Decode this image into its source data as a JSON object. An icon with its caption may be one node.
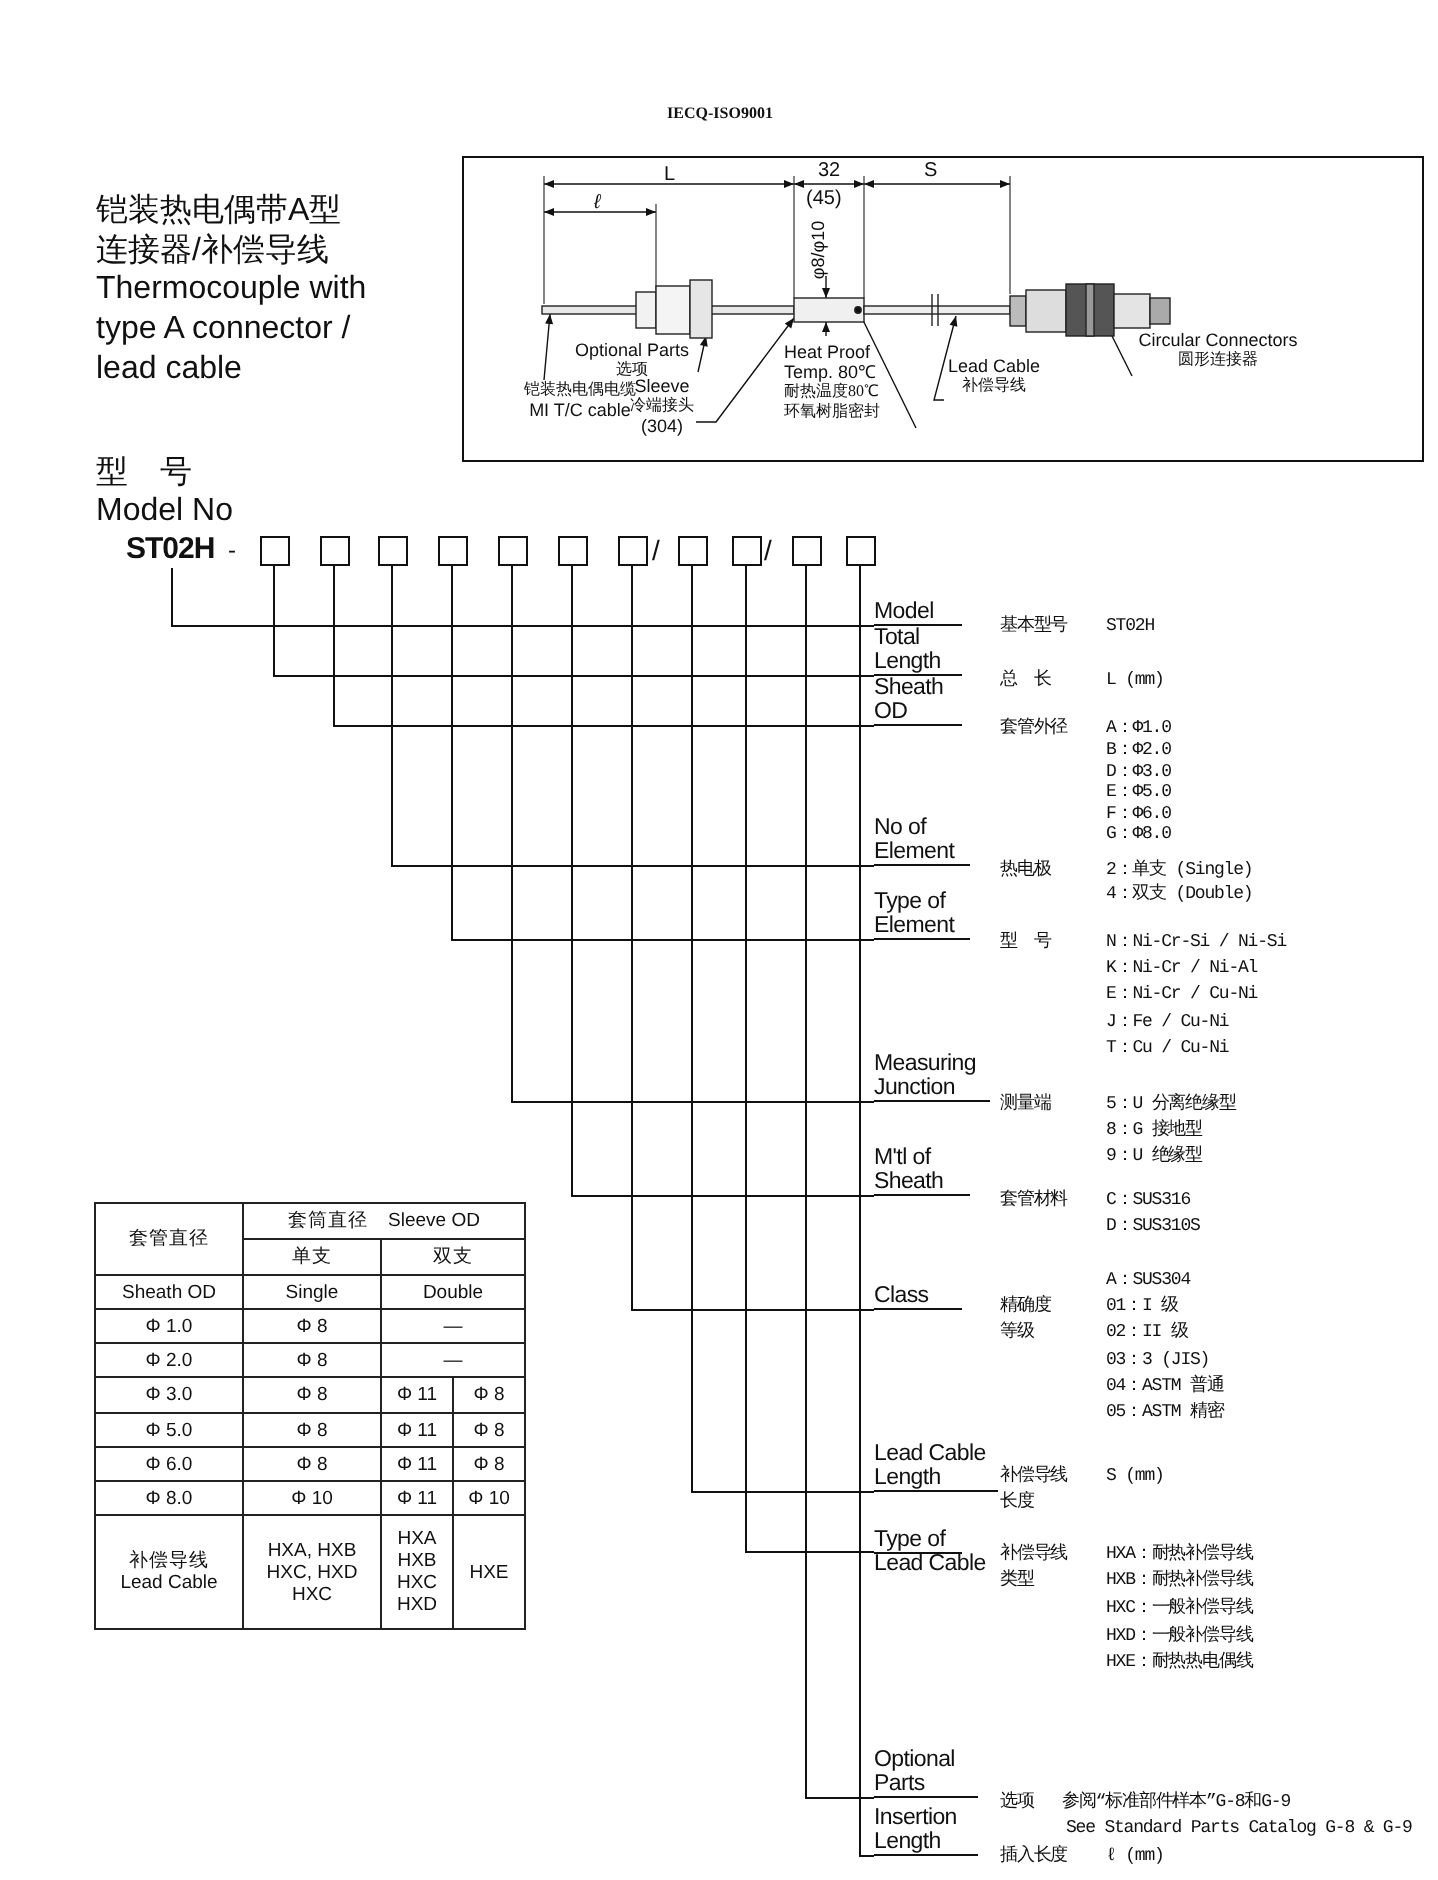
{
  "diagram": {
    "title": "铠装热电偶带A型连接器/补偿导线",
    "nodes": [
      {
        "text": [],
        "shape": "box"
      },
      {
        "text": [
          "Optional Parts",
          "选项"
        ],
        "in": 0
      },
      {
        "text": [
          "铠装热电偶电缆",
          "MI T/C cable"
        ],
        "in": 0
      },
      {
        "text": [
          "Sleeve",
          "冷端接头",
          "(304)"
        ],
        "in": 0
      },
      {
        "text": [
          "Heat Proof Temp. 80℃",
          "耐热温度80℃",
          "环氧树脂密封"
        ],
        "in": 0
      },
      {
        "text": [
          "Lead Cable",
          "补偿导线"
        ],
        "in": 0
      },
      {
        "text": [
          "Circular Connectors",
          "圆形连接器"
        ],
        "in": 0
      },
      {
        "text": [
          "ST02H"
        ]
      },
      {
        "text": [],
        "shape": "box"
      },
      {
        "text": [],
        "shape": "box"
      },
      {
        "text": [],
        "shape": "box"
      },
      {
        "text": [],
        "shape": "box"
      },
      {
        "text": [],
        "shape": "box"
      },
      {
        "text": [],
        "shape": "box"
      },
      {
        "text": [],
        "shape": "box"
      },
      {
        "text": [],
        "shape": "box"
      },
      {
        "text": [],
        "shape": "box"
      },
      {
        "text": [],
        "shape": "box"
      },
      {
        "text": [],
        "shape": "box"
      },
      {
        "text": [
          "Model"
        ]
      },
      {
        "text": [
          "Total Length"
        ]
      },
      {
        "text": [
          "Sheath OD"
        ]
      },
      {
        "text": [
          "No of Element"
        ]
      },
      {
        "text": [
          "Type of Element"
        ]
      },
      {
        "text": [
          "Measuring Junction"
        ]
      },
      {
        "text": [
          "M'tl of Sheath"
        ]
      },
      {
        "text": [
          "Class"
        ]
      },
      {
        "text": [
          "Lead Cable Length"
        ]
      },
      {
        "text": [
          "Type of Lead Cable"
        ]
      },
      {
        "text": [
          "Optional Parts"
        ]
      },
      {
        "text": [
          "Insertion Length"
        ]
      },
      {
        "text": [],
        "shape": "bar",
        "in": 0
      },
      {
        "text": [],
        "shape": "picture",
        "in": 0
      },
      {
        "text": [],
        "shape": "picture",
        "in": 0
      },
      {
        "text": [],
        "shape": "picture",
        "in": 0
      },
      {
        "text": [],
        "shape": "picture",
        "in": 0
      }
    ],
    "edges": [
      {
        "from": 1,
        "to": 32,
        "arrow": "to"
      },
      {
        "from": 2,
        "to": 31,
        "arrow": "to"
      },
      {
        "from": 3,
        "to": 33,
        "arrow": "to"
      },
      {
        "from": 4,
        "to": 33,
        "arrow": "other"
      },
      {
        "from": 5,
        "to": 34,
        "arrow": "to"
      },
      {
        "from": 6,
        "to": 35,
        "arrow": "none"
      },
      {
        "from": 7,
        "to": 19,
        "arrow": "none"
      },
      {
        "from": 8,
        "to": 20,
        "arrow": "none"
      },
      {
        "from": 9,
        "to": 21,
        "arrow": "none"
      },
      {
        "from": 10,
        "to": 22,
        "arrow": "none"
      },
      {
        "from": 11,
        "to": 23,
        "arrow": "none"
      },
      {
        "from": 12,
        "to": 24,
        "arrow": "none"
      },
      {
        "from": 13,
        "to": 25,
        "arrow": "none"
      },
      {
        "from": 14,
        "to": 26,
        "arrow": "none"
      },
      {
        "from": 15,
        "to": 27,
        "arrow": "none"
      },
      {
        "from": 16,
        "to": 28,
        "arrow": "none"
      },
      {
        "from": 17,
        "to": 29,
        "arrow": "none"
      },
      {
        "from": 18,
        "to": 30,
        "arrow": "none"
      }
    ],
    "labels": [
      "IECQ-ISO9001",
      "Thermocouple with type A connector / lead cable",
      "L",
      "ℓ",
      "32",
      "(45)",
      "S",
      "φ8/φ10",
      "型　号",
      "Model No",
      "-",
      "/",
      "/",
      "套管直径",
      "套筒直径　Sleeve OD",
      "单支",
      "双支",
      "Sheath OD",
      "Single",
      "Double",
      "Φ 1.0",
      "Φ 8",
      "—",
      "Φ 2.0",
      "Φ 8",
      "—",
      "Φ 3.0",
      "Φ 8",
      "Φ 11",
      "Φ 8",
      "Φ 5.0",
      "Φ 8",
      "Φ 11",
      "Φ 8",
      "Φ 6.0",
      "Φ 8",
      "Φ 11",
      "Φ 8",
      "Φ 8.0",
      "Φ 10",
      "Φ 11",
      "Φ 10",
      "补偿导线 Lead Cable",
      "HXA, HXB HXC, HXD HXC",
      "HXA HXB HXC HXD",
      "HXE",
      "基本型号",
      "ST02H",
      "总　长",
      "L (mm)",
      "套管外径",
      "A：Φ1.0",
      "B：Φ2.0",
      "D：Φ3.0",
      "E：Φ5.0",
      "F：Φ6.0",
      "G：Φ8.0",
      "热电极",
      "2：单支 (Single)",
      "4：双支 (Double)",
      "型　号",
      "N：Ni-Cr-Si / Ni-Si",
      "K：Ni-Cr / Ni-Al",
      "E：Ni-Cr / Cu-Ni",
      "J：Fe / Cu-Ni",
      "T：Cu / Cu-Ni",
      "测量端",
      "5：U 分离绝缘型",
      "8：G 接地型",
      "9：U 绝缘型",
      "套管材料",
      "C：SUS316",
      "D：SUS310S",
      "A：SUS304",
      "精确度等级",
      "01：I 级",
      "02：II 级",
      "03：3 (JIS)",
      "04：ASTM 普通",
      "05：ASTM 精密",
      "补偿导线长度",
      "S (mm)",
      "补偿导线类型",
      "HXA：耐热补偿导线",
      "HXB：耐热补偿导线",
      "HXC：一般补偿导线",
      "HXD：一般补偿导线",
      "HXE：耐热热电偶线",
      "选项",
      "参阅“标准部件样本”G-8和G-9",
      "See Standard Parts Catalog G-8 & G-9",
      "插入长度",
      "ℓ (mm)"
    ]
  }
}
